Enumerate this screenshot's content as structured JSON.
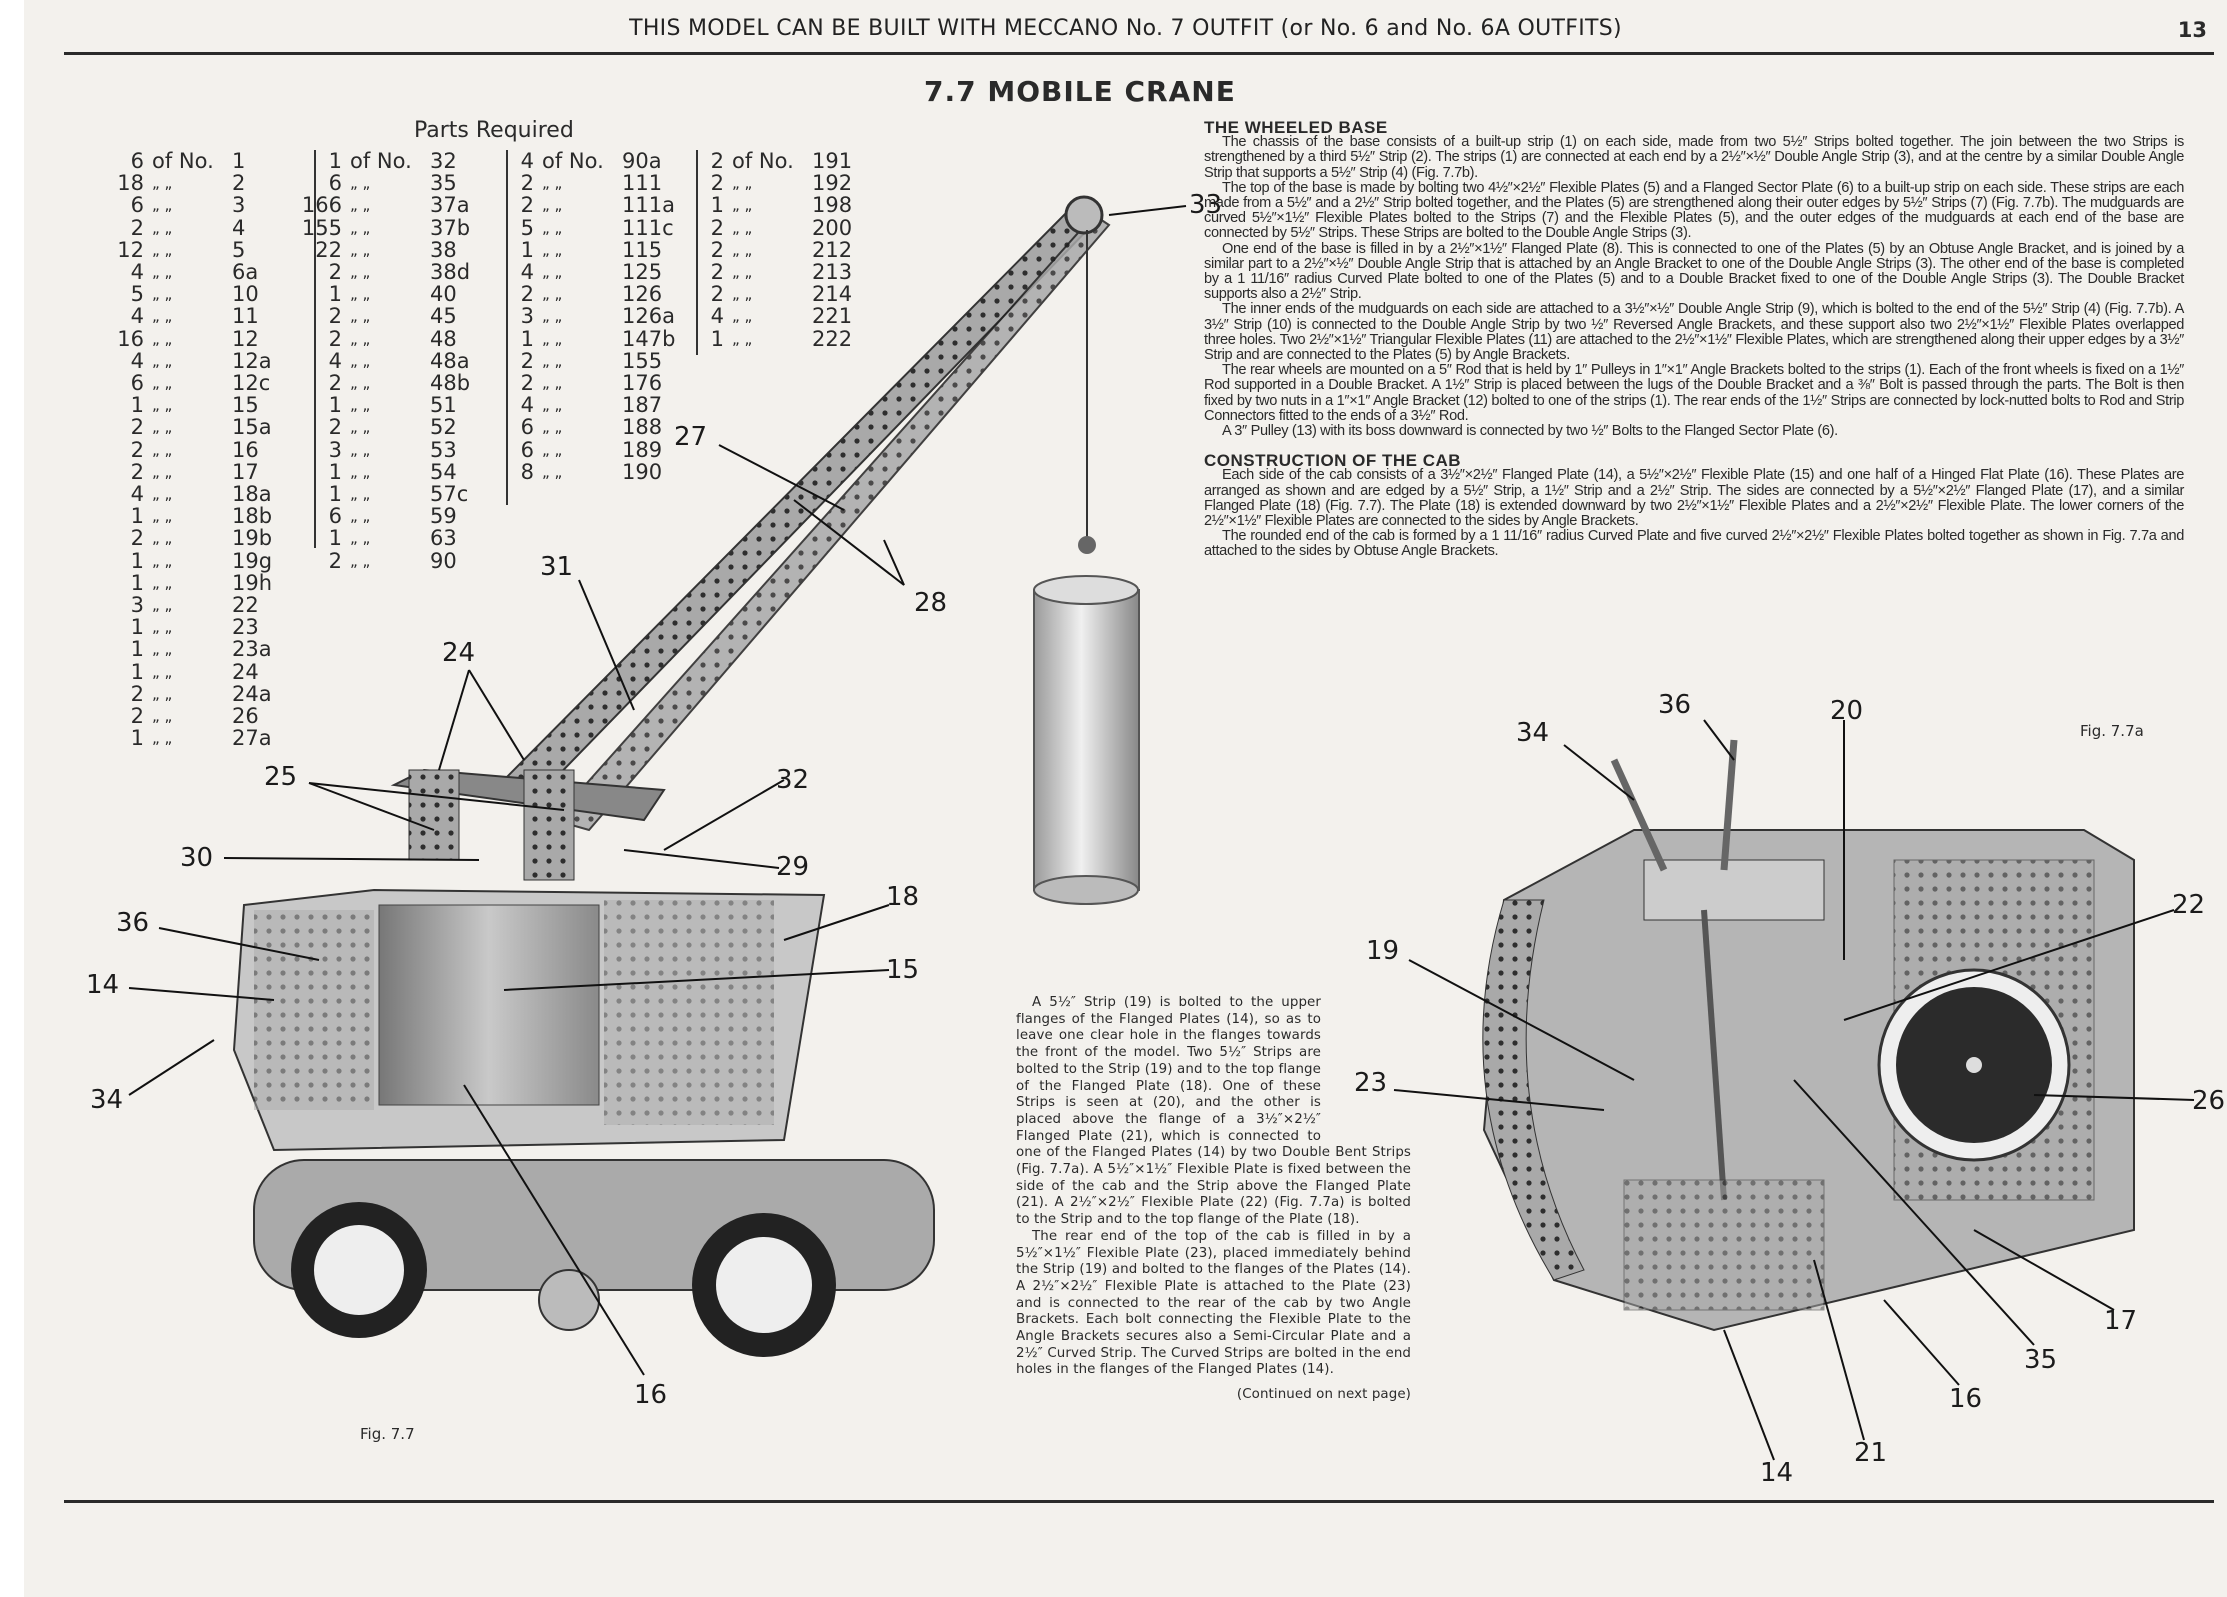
{
  "header": {
    "outfit_line": "THIS MODEL CAN BE BUILT WITH MECCANO No. 7 OUTFIT (or No. 6 and No. 6A OUTFITS)",
    "page_number": "13"
  },
  "title": "7.7  MOBILE CRANE",
  "parts": {
    "heading": "Parts Required",
    "of_no": "of No.",
    "ditto": "„    „",
    "columns": [
      [
        [
          "6",
          "1"
        ],
        [
          "18",
          "2"
        ],
        [
          "6",
          "3"
        ],
        [
          "2",
          "4"
        ],
        [
          "12",
          "5"
        ],
        [
          "4",
          "6a"
        ],
        [
          "5",
          "10"
        ],
        [
          "4",
          "11"
        ],
        [
          "16",
          "12"
        ],
        [
          "4",
          "12a"
        ],
        [
          "6",
          "12c"
        ],
        [
          "1",
          "15"
        ],
        [
          "2",
          "15a"
        ],
        [
          "2",
          "16"
        ],
        [
          "2",
          "17"
        ],
        [
          "4",
          "18a"
        ],
        [
          "1",
          "18b"
        ],
        [
          "2",
          "19b"
        ],
        [
          "1",
          "19g"
        ],
        [
          "1",
          "19h"
        ],
        [
          "3",
          "22"
        ],
        [
          "1",
          "23"
        ],
        [
          "1",
          "23a"
        ],
        [
          "1",
          "24"
        ],
        [
          "2",
          "24a"
        ],
        [
          "2",
          "26"
        ],
        [
          "1",
          "27a"
        ]
      ],
      [
        [
          "1",
          "32"
        ],
        [
          "6",
          "35"
        ],
        [
          "166",
          "37a"
        ],
        [
          "155",
          "37b"
        ],
        [
          "22",
          "38"
        ],
        [
          "2",
          "38d"
        ],
        [
          "1",
          "40"
        ],
        [
          "2",
          "45"
        ],
        [
          "2",
          "48"
        ],
        [
          "4",
          "48a"
        ],
        [
          "2",
          "48b"
        ],
        [
          "1",
          "51"
        ],
        [
          "2",
          "52"
        ],
        [
          "3",
          "53"
        ],
        [
          "1",
          "54"
        ],
        [
          "1",
          "57c"
        ],
        [
          "6",
          "59"
        ],
        [
          "1",
          "63"
        ],
        [
          "2",
          "90"
        ]
      ],
      [
        [
          "4",
          "90a"
        ],
        [
          "2",
          "111"
        ],
        [
          "2",
          "111a"
        ],
        [
          "5",
          "111c"
        ],
        [
          "1",
          "115"
        ],
        [
          "4",
          "125"
        ],
        [
          "2",
          "126"
        ],
        [
          "3",
          "126a"
        ],
        [
          "1",
          "147b"
        ],
        [
          "2",
          "155"
        ],
        [
          "2",
          "176"
        ],
        [
          "4",
          "187"
        ],
        [
          "6",
          "188"
        ],
        [
          "6",
          "189"
        ],
        [
          "8",
          "190"
        ]
      ],
      [
        [
          "2",
          "191"
        ],
        [
          "2",
          "192"
        ],
        [
          "1",
          "198"
        ],
        [
          "2",
          "200"
        ],
        [
          "2",
          "212"
        ],
        [
          "2",
          "213"
        ],
        [
          "2",
          "214"
        ],
        [
          "4",
          "221"
        ],
        [
          "1",
          "222"
        ]
      ]
    ]
  },
  "wheeled_base": {
    "heading": "THE WHEELED BASE",
    "paragraphs": [
      "The chassis of the base consists of a built-up strip (1) on each side, made from two 5½″ Strips bolted together. The join between the two Strips is strengthened by a third 5½″ Strip (2). The strips (1) are connected at each end by a 2½″×½″ Double Angle Strip (3), and at the centre by a similar Double Angle Strip that supports a 5½″ Strip (4) (Fig. 7.7b).",
      "The top of the base is made by bolting two 4½″×2½″ Flexible Plates (5) and a Flanged Sector Plate (6) to a built-up strip on each side. These strips are each made from a 5½″ and a 2½″ Strip bolted together, and the Plates (5) are strengthened along their outer edges by 5½″ Strips (7) (Fig. 7.7b). The mudguards are curved 5½″×1½″ Flexible Plates bolted to the Strips (7) and the Flexible Plates (5), and the outer edges of the mudguards at each end of the base are connected by 5½″ Strips. These Strips are bolted to the Double Angle Strips (3).",
      "One end of the base is filled in by a 2½″×1½″ Flanged Plate (8). This is connected to one of the Plates (5) by an Obtuse Angle Bracket, and is joined by a similar part to a 2½″×½″ Double Angle Strip that is attached by an Angle Bracket to one of the Double Angle Strips (3). The other end of the base is completed by a 1 11/16″ radius Curved Plate bolted to one of the Plates (5) and to a Double Bracket fixed to one of the Double Angle Strips (3). The Double Bracket supports also a 2½″ Strip.",
      "The inner ends of the mudguards on each side are attached to a 3½″×½″ Double Angle Strip (9), which is bolted to the end of the 5½″ Strip (4) (Fig. 7.7b). A 3½″ Strip (10) is connected to the Double Angle Strip by two ½″ Reversed Angle Brackets, and these support also two 2½″×1½″ Flexible Plates overlapped three holes. Two 2½″×1½″ Triangular Flexible Plates (11) are attached to the 2½″×1½″ Flexible Plates, which are strengthened along their upper edges by a 3½″ Strip and are connected to the Plates (5) by Angle Brackets.",
      "The rear wheels are mounted on a 5″ Rod that is held by 1″ Pulleys in 1″×1″ Angle Brackets bolted to the strips (1). Each of the front wheels is fixed on a 1½″ Rod supported in a Double Bracket.  A 1½″ Strip is placed between the lugs of the Double Bracket and a ⅜″ Bolt is passed through the parts. The Bolt is then fixed by two nuts in a 1″×1″ Angle Bracket (12) bolted to one of the strips (1). The rear ends of the 1½″ Strips are connected by lock-nutted bolts to Rod and Strip Connectors fitted to the ends of a 3½″ Rod.",
      "A 3″ Pulley (13) with its boss downward is connected by two ½″ Bolts to the Flanged Sector Plate (6)."
    ]
  },
  "cab": {
    "heading": "CONSTRUCTION OF THE CAB",
    "paragraphs": [
      "Each side of the cab consists of a 3½″×2½″ Flanged Plate (14), a 5½″×2½″ Flexible Plate (15) and one half of a Hinged Flat Plate (16). These Plates are arranged as shown and are edged by a 5½″ Strip, a 1½″ Strip and a 2½″ Strip. The sides are connected by a 5½″×2½″ Flanged Plate (17), and a similar Flanged Plate (18) (Fig. 7.7). The Plate (18) is extended downward by two 2½″×1½″ Flexible Plates and a 2½″×2½″ Flexible Plate. The lower corners of the 2½″×1½″ Flexible Plates are connected to the sides by Angle Brackets.",
      "The rounded end of the cab is formed by a 1 11/16″ radius Curved Plate and five curved 2½″×2½″ Flexible Plates bolted together as shown in Fig. 7.7a and attached to the sides by Obtuse Angle Brackets."
    ]
  },
  "middle_text": {
    "paragraphs": [
      "A 5½″ Strip (19) is bolted to the upper flanges of the Flanged Plates (14), so as to leave one clear hole in the flanges towards the front of the model. Two 5½″ Strips are bolted to the Strip (19) and to the top flange of the Flanged Plate (18). One of these Strips is seen at (20), and the other is placed above the flange of a 3½″×2½″ Flanged Plate (21), which is connected to one of the Flanged Plates (14) by two Double Bent Strips (Fig. 7.7a). A 5½″×1½″ Flexible Plate is fixed between the side of the cab and the Strip above the Flanged Plate (21). A 2½″×2½″ Flexible Plate (22) (Fig. 7.7a) is bolted to the Strip and to the top flange of the Plate (18).",
      "The rear end of the top of the cab is filled in by a 5½″×1½″ Flexible Plate (23), placed immediately behind the Strip (19) and bolted to the flanges of the Plates (14). A 2½″×2½″ Flexible Plate is attached to the Plate (23) and is connected to the rear of the cab by two Angle Brackets. Each bolt connecting the Flexible Plate to the Angle Brackets secures also a Semi-Circular Plate and a 2½″ Curved Strip. The Curved Strips are bolted in the end holes in the flanges of the Flanged Plates (14)."
    ],
    "continued": "(Continued on next page)"
  },
  "figures": {
    "crane": {
      "caption": "Fig. 7.7",
      "labels": [
        "33",
        "27",
        "28",
        "31",
        "24",
        "25",
        "32",
        "30",
        "29",
        "18",
        "36",
        "15",
        "14",
        "34",
        "16"
      ]
    },
    "cab": {
      "caption": "Fig. 7.7a",
      "labels": [
        "34",
        "36",
        "20",
        "22",
        "19",
        "23",
        "26",
        "17",
        "35",
        "16",
        "21",
        "14"
      ]
    }
  },
  "colors": {
    "paper": "#f3f1ed",
    "ink": "#2a2a2a",
    "metal": "#8c8c8c",
    "metal_dark": "#3d3d3d"
  }
}
